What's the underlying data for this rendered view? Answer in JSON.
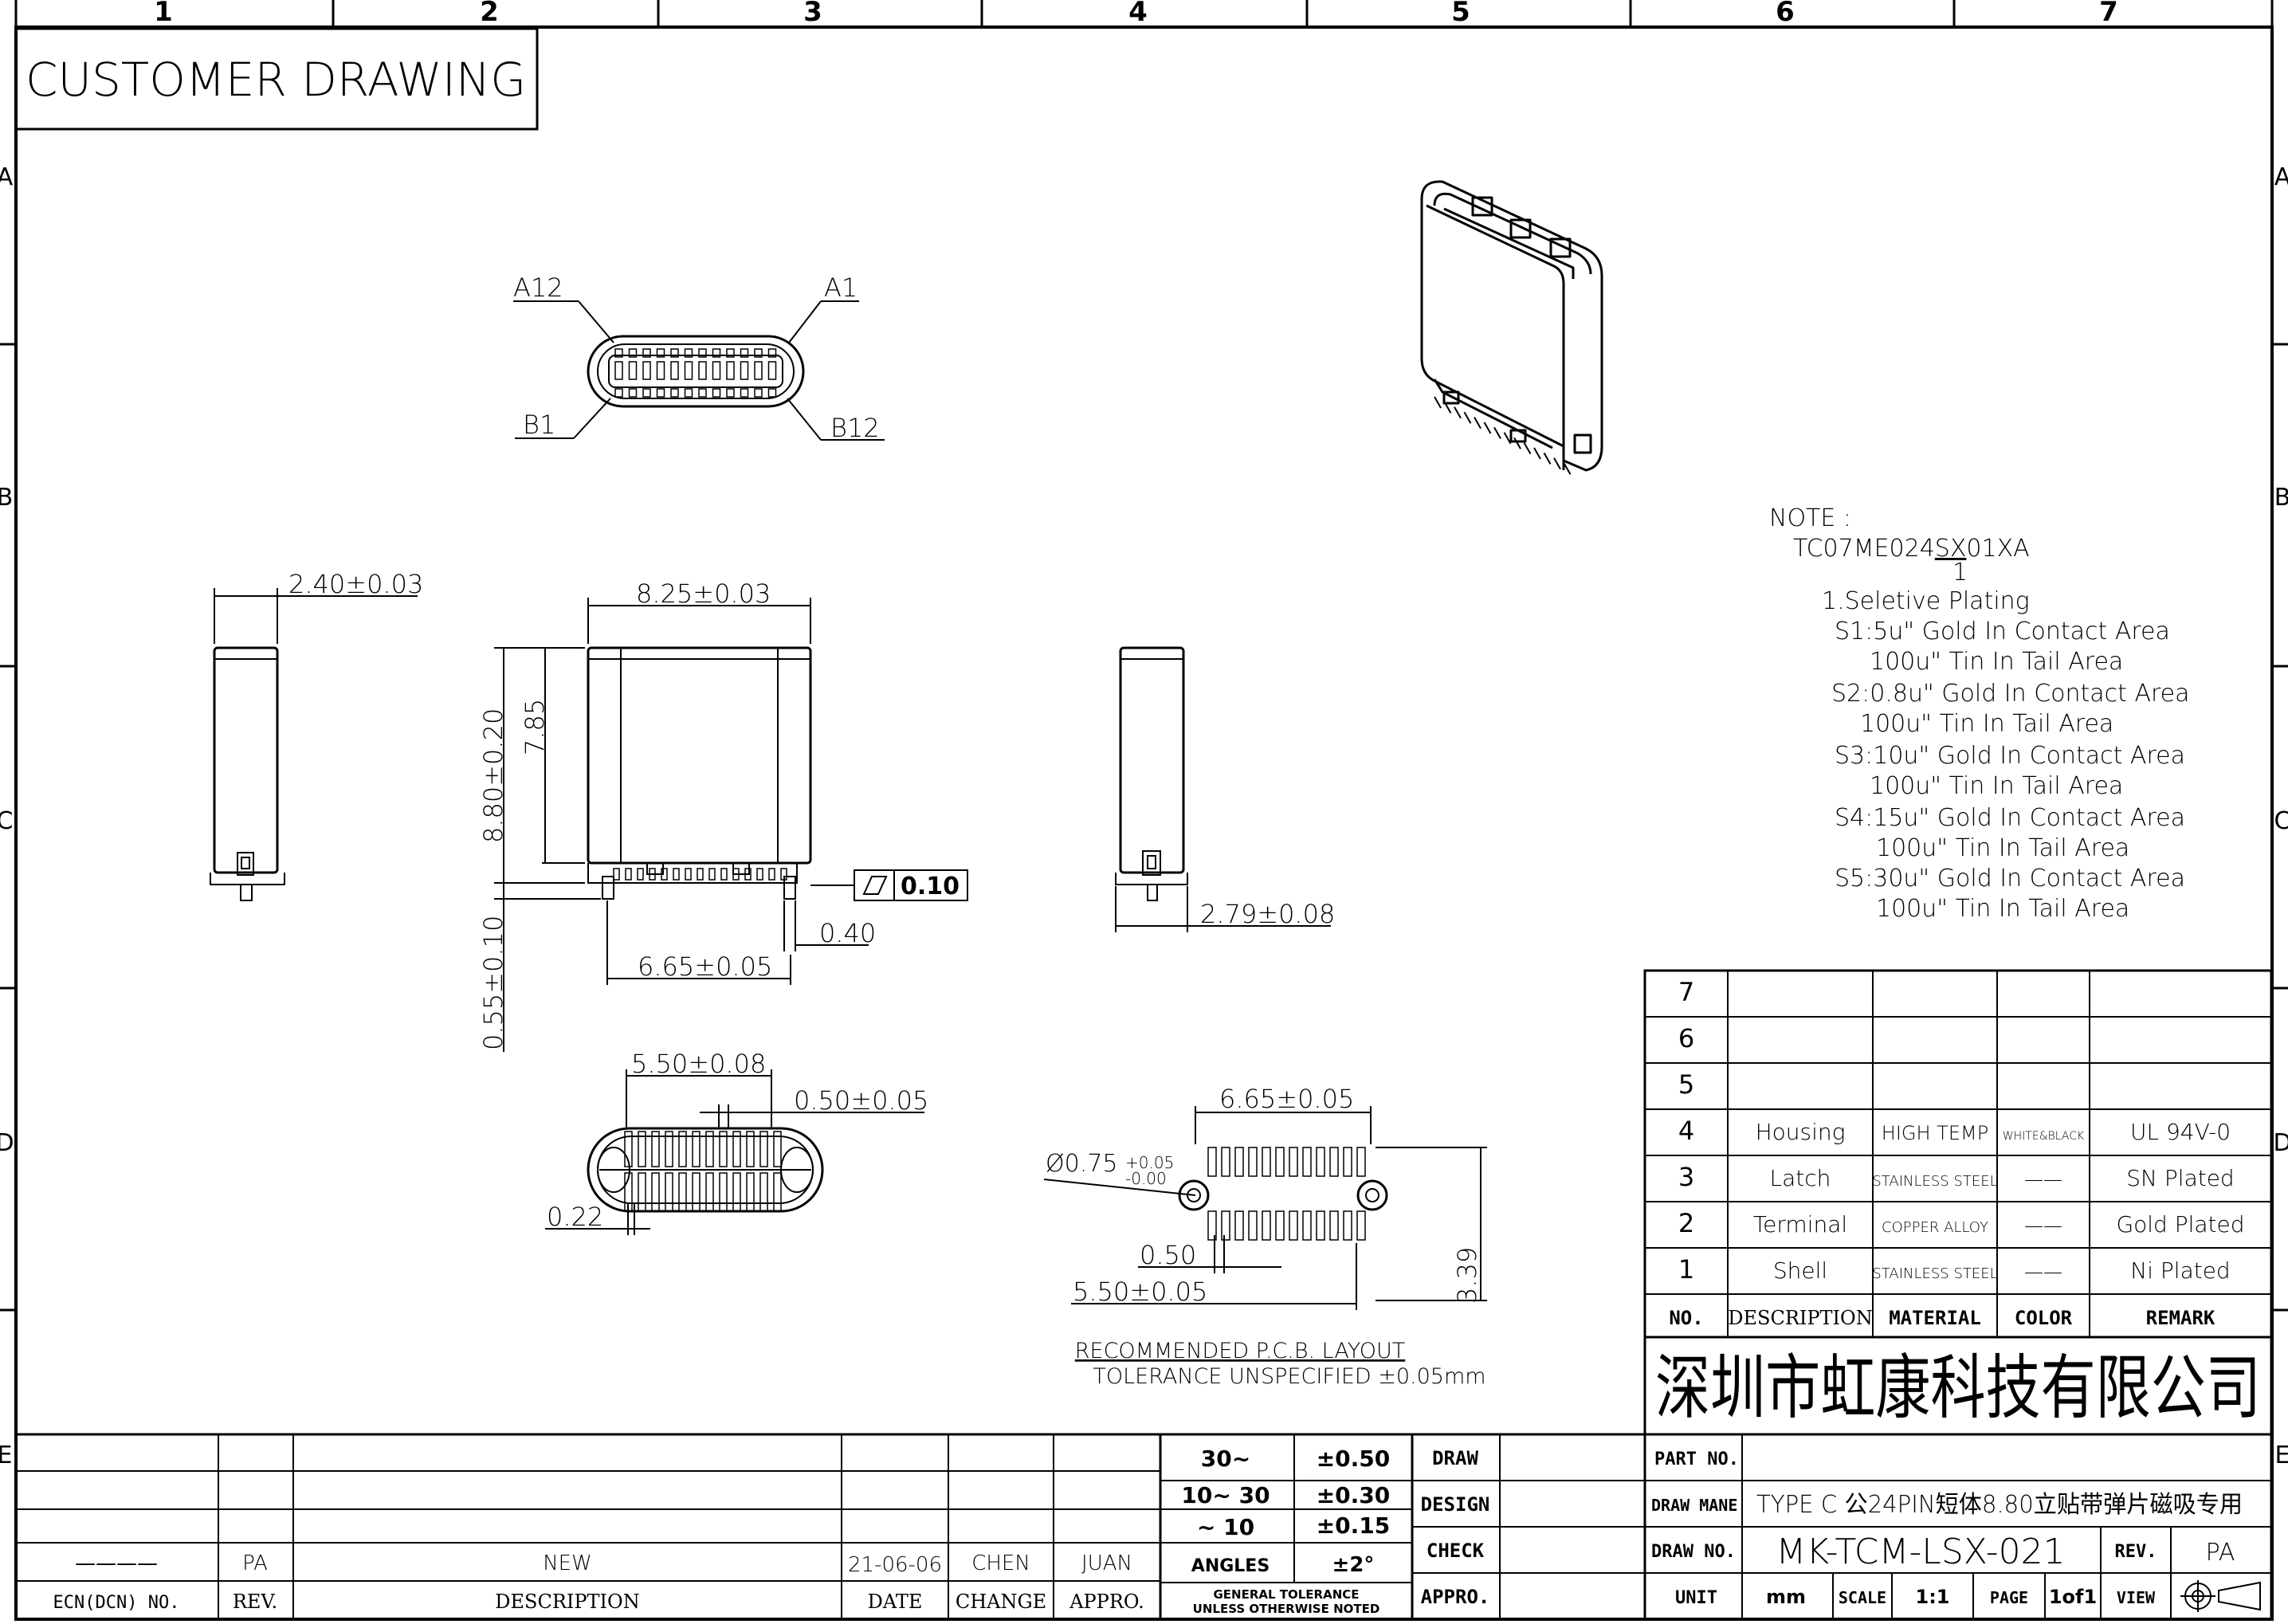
{
  "zones": {
    "cols": [
      "1",
      "2",
      "3",
      "4",
      "5",
      "6",
      "7"
    ],
    "rows": [
      "A",
      "B",
      "C",
      "D",
      "E"
    ]
  },
  "title": "CUSTOMER DRAWING",
  "pin_labels": {
    "a12": "A12",
    "a1": "A1",
    "b1": "B1",
    "b12": "B12"
  },
  "dims": {
    "d240": "2.40±0.03",
    "d825": "8.25±0.03",
    "d880": "8.80±0.20",
    "d785": "7.85",
    "flat": "0.10",
    "d040": "0.40",
    "d665": "6.65±0.05",
    "d055": "0.55±0.10",
    "d279": "2.79±0.08",
    "d550a": "5.50±0.08",
    "d050a": "0.50±0.05",
    "d022": "0.22",
    "d665b": "6.65±0.05",
    "dia": "Ø0.75",
    "dia_tol_up": "+0.05",
    "dia_tol_dn": "-0.00",
    "d050b": "0.50",
    "d550b": "5.50±0.05",
    "d339": "3.39"
  },
  "pcb": {
    "caption": "RECOMMENDED  P.C.B. LAYOUT",
    "tolerance": "TOLERANCE UNSPECIFIED ±0.05mm"
  },
  "note": {
    "head": "NOTE :",
    "code_a": "TC07ME024",
    "code_u": "SX",
    "code_b": "01XA",
    "marker": "1",
    "lines": [
      "1.Seletive Plating",
      "S1:5u\" Gold In Contact Area",
      "100u\" Tin   In Tail Area",
      "S2:0.8u\" Gold In Contact Area",
      "100u\" Tin   In Tail Area",
      "S3:10u\" Gold In Contact Area",
      "100u\" Tin   In Tail Area",
      "S4:15u\" Gold In Contact Area",
      "100u\" Tin   In Tail Area",
      "S5:30u\" Gold In Contact Area",
      "100u\" Tin   In Tail Area"
    ]
  },
  "bom": {
    "rows": [
      {
        "no": "7",
        "desc": "",
        "mat": "",
        "color": "",
        "remark": ""
      },
      {
        "no": "6",
        "desc": "",
        "mat": "",
        "color": "",
        "remark": ""
      },
      {
        "no": "5",
        "desc": "",
        "mat": "",
        "color": "",
        "remark": ""
      },
      {
        "no": "4",
        "desc": "Housing",
        "mat": "HIGH TEMP",
        "color": "WHITE&BLACK",
        "remark": "UL 94V-0"
      },
      {
        "no": "3",
        "desc": "Latch",
        "mat": "STAINLESS STEEL",
        "color": "——",
        "remark": "SN Plated"
      },
      {
        "no": "2",
        "desc": "Terminal",
        "mat": "COPPER ALLOY",
        "color": "——",
        "remark": "Gold Plated"
      },
      {
        "no": "1",
        "desc": "Shell",
        "mat": "STAINLESS STEEL",
        "color": "——",
        "remark": "Ni Plated"
      }
    ],
    "header": {
      "no": "NO.",
      "desc": "DESCRIPTION",
      "mat": "MATERIAL",
      "color": "COLOR",
      "remark": "REMARK"
    }
  },
  "company": "深圳市虹康科技有限公司",
  "title_block": {
    "part_no_label": "PART NO.",
    "part_no": "",
    "draw_name_label": "DRAW MANE",
    "draw_name": "TYPE C 公24PIN短体8.80立贴带弹片磁吸专用",
    "draw_no_label": "DRAW NO.",
    "draw_no": "MK-TCM-LSX-021",
    "rev_label": "REV.",
    "rev": "PA",
    "unit_label": "UNIT",
    "unit": "mm",
    "scale_label": "SCALE",
    "scale": "1:1",
    "page_label": "PAGE",
    "page": "1of1",
    "view_label": "VIEW"
  },
  "sign": {
    "draw": "DRAW",
    "design": "DESIGN",
    "check": "CHECK",
    "appro": "APPRO."
  },
  "tolerance": {
    "r1a": "30~",
    "r1b": "±0.50",
    "r2a": "10~ 30",
    "r2b": "±0.30",
    "r3a": "~ 10",
    "r3b": "±0.15",
    "r4a": "ANGLES",
    "r4b": "±2°",
    "general1": "GENERAL TOLERANCE",
    "general2": "UNLESS OTHERWISE NOTED"
  },
  "revision": {
    "ecn": "————",
    "rev": "PA",
    "desc": "NEW",
    "date": "21-06-06",
    "change": "CHEN",
    "appro": "JUAN",
    "h_ecn": "ECN(DCN) NO.",
    "h_rev": "REV.",
    "h_desc": "DESCRIPTION",
    "h_date": "DATE",
    "h_change": "CHANGE",
    "h_appro": "APPRO."
  }
}
